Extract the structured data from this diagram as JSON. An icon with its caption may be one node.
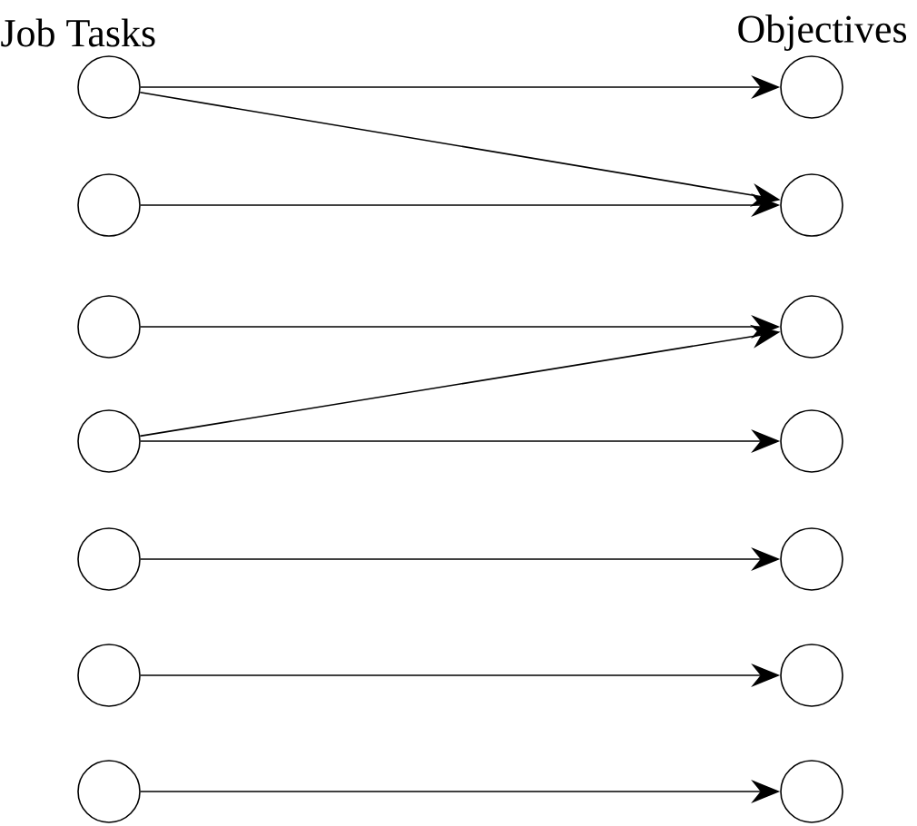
{
  "diagram": {
    "nodes": [
      {
        "text": [],
        "shape": "circle"
      },
      {
        "text": [],
        "shape": "circle"
      },
      {
        "text": [],
        "shape": "circle"
      },
      {
        "text": [],
        "shape": "circle"
      },
      {
        "text": [],
        "shape": "circle"
      },
      {
        "text": [],
        "shape": "circle"
      },
      {
        "text": [],
        "shape": "circle"
      },
      {
        "text": [],
        "shape": "circle"
      },
      {
        "text": [],
        "shape": "circle"
      },
      {
        "text": [],
        "shape": "circle"
      },
      {
        "text": [],
        "shape": "circle"
      },
      {
        "text": [],
        "shape": "circle"
      },
      {
        "text": [],
        "shape": "circle"
      },
      {
        "text": [],
        "shape": "circle"
      }
    ],
    "edges": [
      {
        "from": 0,
        "to": 7,
        "arrow": "to"
      },
      {
        "from": 0,
        "to": 8,
        "arrow": "to"
      },
      {
        "from": 1,
        "to": 8,
        "arrow": "to"
      },
      {
        "from": 2,
        "to": 9,
        "arrow": "to"
      },
      {
        "from": 3,
        "to": 9,
        "arrow": "to"
      },
      {
        "from": 3,
        "to": 10,
        "arrow": "to"
      },
      {
        "from": 4,
        "to": 11,
        "arrow": "to"
      },
      {
        "from": 5,
        "to": 12,
        "arrow": "to"
      },
      {
        "from": 6,
        "to": 13,
        "arrow": "to"
      }
    ],
    "labels": [
      "Job Tasks",
      "Objectives"
    ]
  }
}
